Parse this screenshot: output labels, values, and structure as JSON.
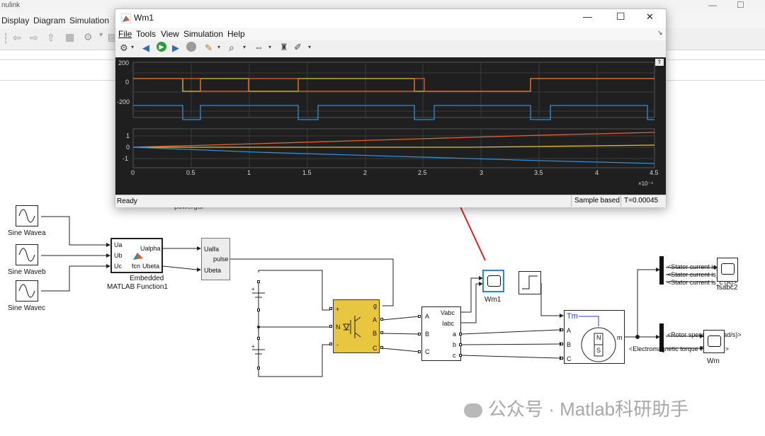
{
  "bg_app": {
    "title_fragment": "nulink",
    "menu": [
      "Display",
      "Diagram",
      "Simulation"
    ],
    "toolbar_fragment": "⇦ ⇨ ⇧"
  },
  "scope": {
    "title": "Wm1",
    "window_controls": {
      "minimize": "—",
      "maximize": "☐",
      "close": "✕"
    },
    "menu": [
      "File",
      "Tools",
      "View",
      "Simulation",
      "Help"
    ],
    "status": {
      "left": "Ready",
      "mode": "Sample based",
      "time": "T=0.00045"
    },
    "x_ticks": [
      "0",
      "0.5",
      "1",
      "1.5",
      "2",
      "2.5",
      "3",
      "3.5",
      "4",
      "4.5"
    ],
    "x_exponent": "×10⁻⁴",
    "top_y_ticks": [
      "200",
      "0",
      "-200"
    ],
    "bottom_y_ticks": [
      "1",
      "0",
      "-1"
    ],
    "colors": {
      "background": "#1f1f1f",
      "grid": "#3a3a3a",
      "series1": "#2f8fd8",
      "series2": "#e5622c",
      "series3": "#e0c030"
    }
  },
  "blocks": {
    "sine_a": "Sine Wavea",
    "sine_b": "Sine Waveb",
    "sine_c": "Sine Wavec",
    "embedded_ports_in": [
      "Ua",
      "Ub",
      "Uc"
    ],
    "embedded_ports_out": [
      "Ualpha",
      "Ubeta"
    ],
    "embedded_fcn": "fcn",
    "embedded_label_line1": "Embedded",
    "embedded_label_line2": "MATLAB Function1",
    "pulse_ports_in": [
      "Ualfa",
      "Ubeta"
    ],
    "pulse_port_out": "pulse",
    "powergui": "powergui",
    "inverter_ports": [
      "g",
      "A",
      "B",
      "C",
      "+",
      "N",
      "-"
    ],
    "meas_ports_left": [
      "A",
      "B",
      "C"
    ],
    "meas_ports_top": [
      "Vabc",
      "Iabc"
    ],
    "meas_ports_right": [
      "a",
      "b",
      "c"
    ],
    "scope_wm1": "Wm1",
    "motor_ports": [
      "Tm",
      "A",
      "B",
      "C"
    ],
    "motor_out": "m",
    "motor_n": "N",
    "motor_s": "S",
    "bus_top": [
      "<Stator current is_a (A)>",
      "<Stator current is_b (A)>",
      "<Stator current is_c (A)>"
    ],
    "scope_isabc": "Isabc2",
    "bus_bottom": [
      "<Rotor speed wm (rad/s)>",
      "<Electromagnetic torque Te (N*m)>"
    ],
    "scope_wm": "Wm"
  },
  "watermark": "公众号 · Matlab科研助手"
}
